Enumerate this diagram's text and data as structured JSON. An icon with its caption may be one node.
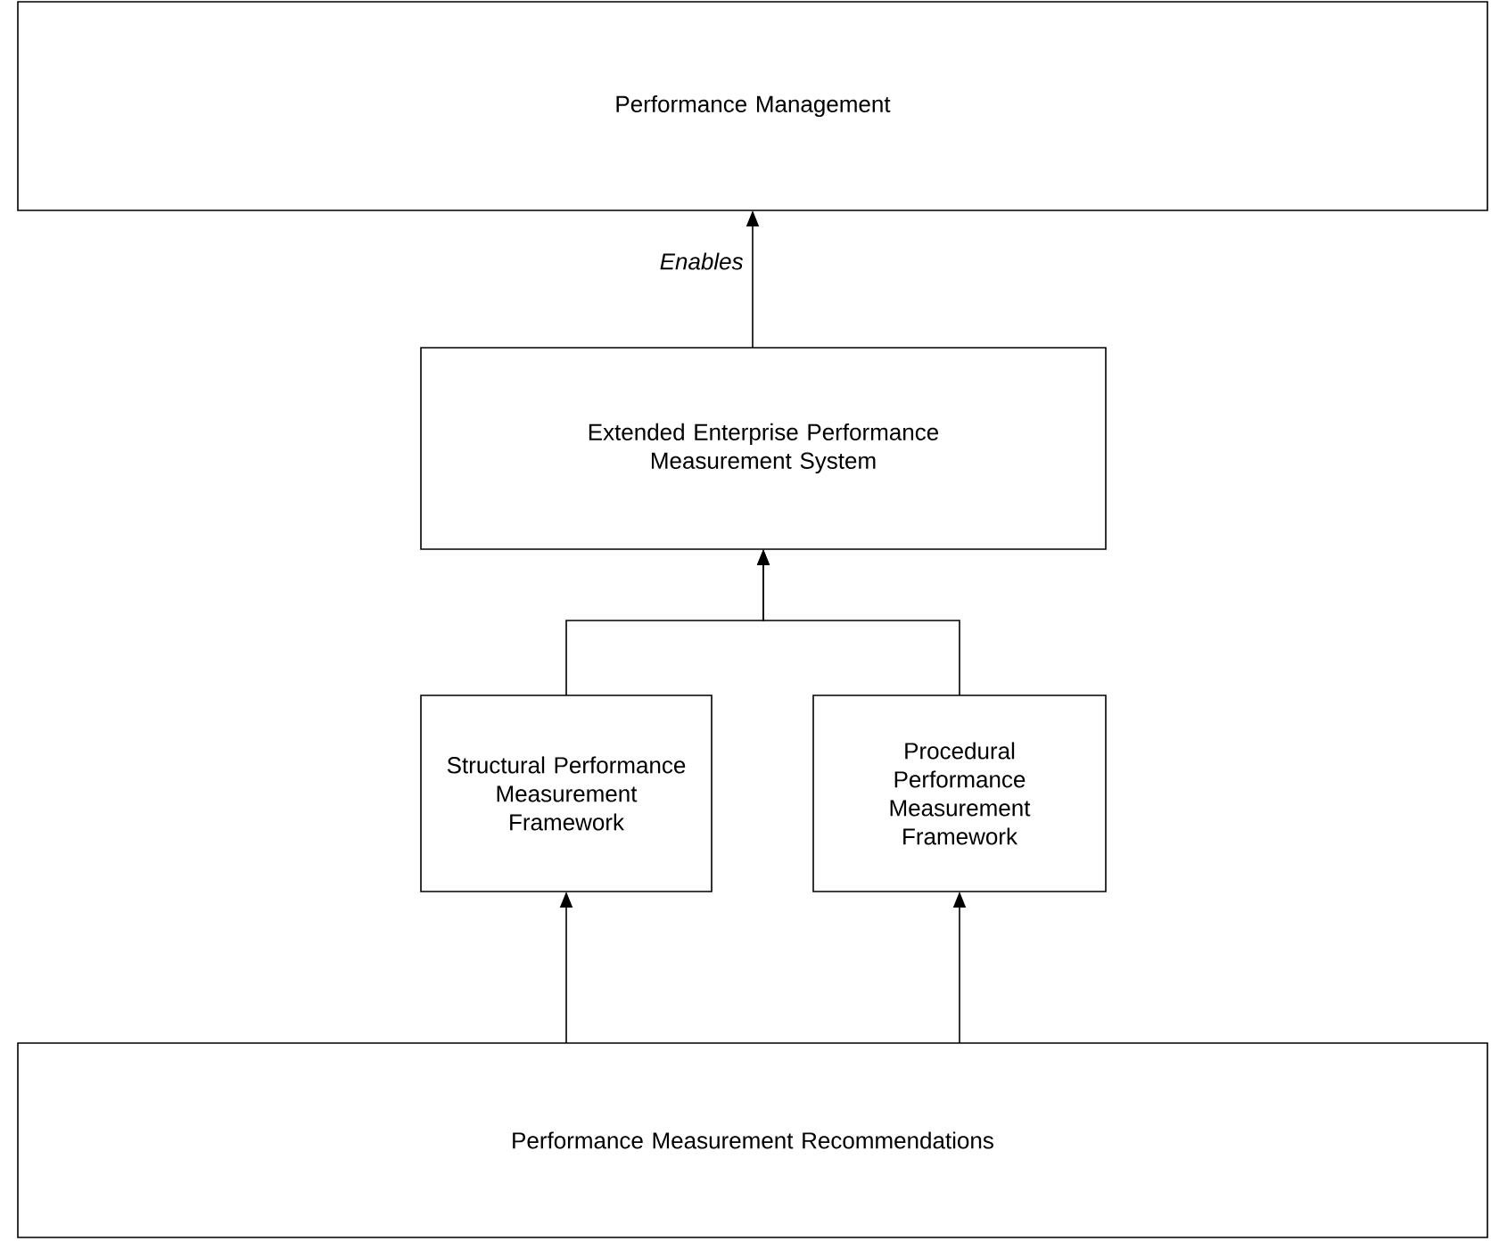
{
  "diagram": {
    "nodes": [
      {
        "text": [
          "Performance Management"
        ]
      },
      {
        "text": [
          "Extended Enterprise Performance Measurement System"
        ]
      },
      {
        "text": [
          "Structural Performance Measurement Framework"
        ]
      },
      {
        "text": [
          "Procedural Performance Measurement Framework"
        ]
      },
      {
        "text": [
          "Performance Measurement Recommendations"
        ]
      }
    ],
    "edges": [
      {
        "from": 1,
        "to": 0,
        "arrow": "to",
        "label": "Enables"
      },
      {
        "from": 2,
        "to": 1,
        "arrow": "to"
      },
      {
        "from": 3,
        "to": 1,
        "arrow": "to"
      },
      {
        "from": 4,
        "to": 2,
        "arrow": "to"
      },
      {
        "from": 4,
        "to": 3,
        "arrow": "to"
      }
    ]
  }
}
